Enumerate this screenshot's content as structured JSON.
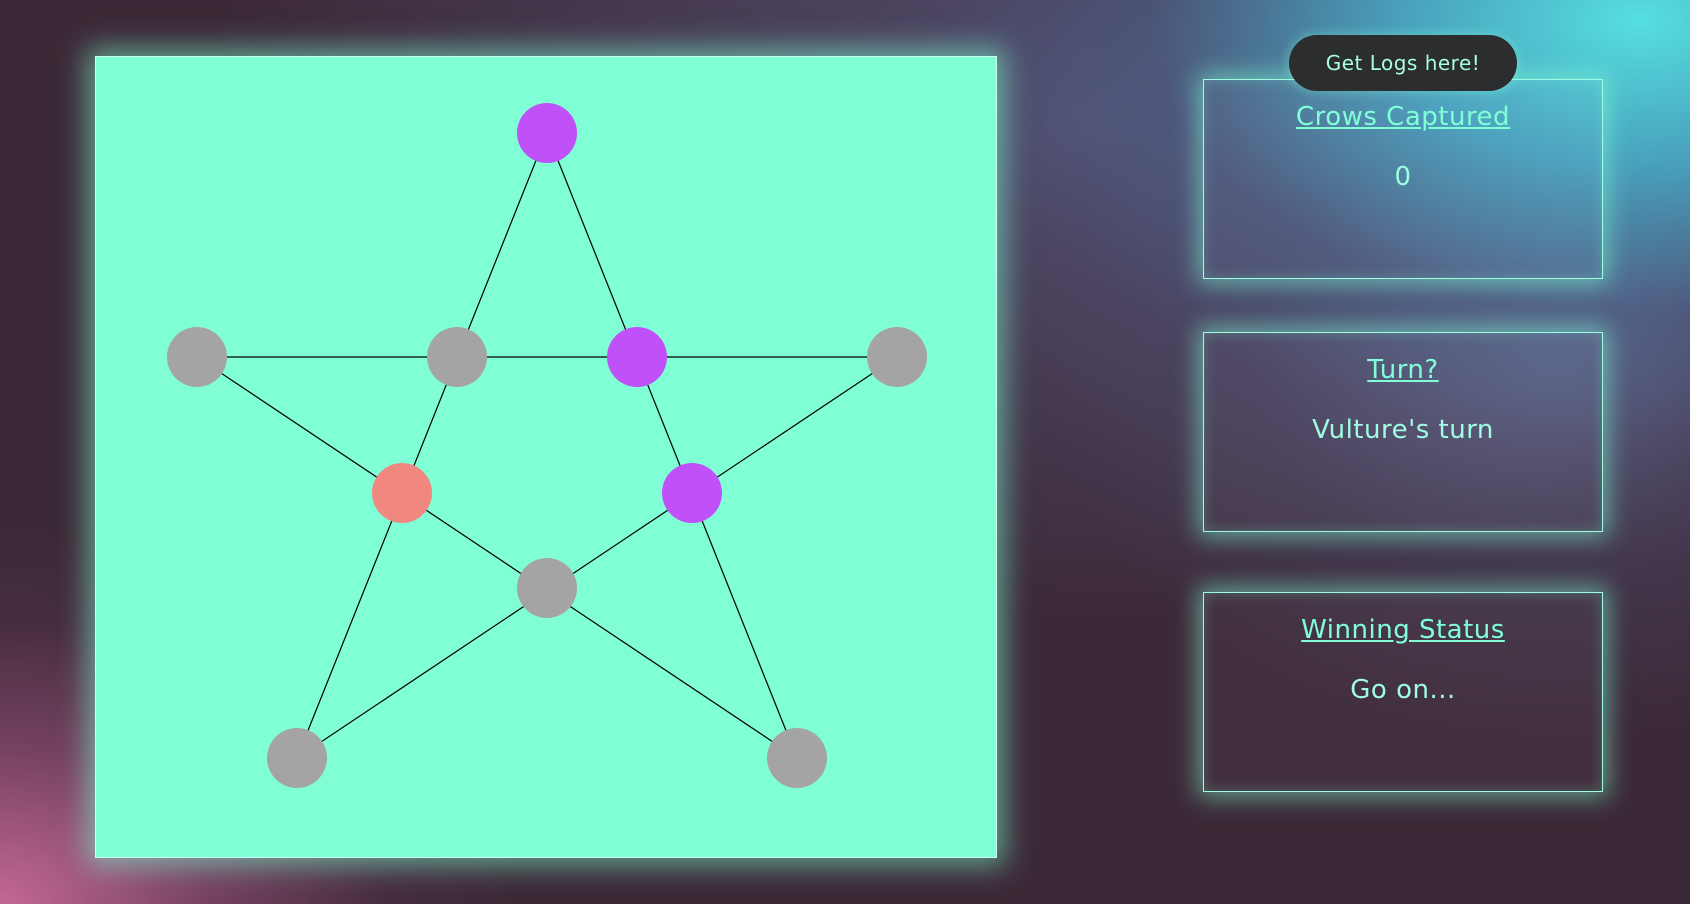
{
  "logs_button": {
    "label": "Get Logs here!"
  },
  "panels": {
    "crows_captured": {
      "title": "Crows Captured",
      "value": "0"
    },
    "turn": {
      "title": "Turn?",
      "value": "Vulture's turn"
    },
    "winning_status": {
      "title": "Winning Status",
      "value": "Go on..."
    }
  },
  "board": {
    "nodes": [
      {
        "id": "top-point",
        "occupant": "crow"
      },
      {
        "id": "left-point",
        "occupant": "empty"
      },
      {
        "id": "inner-top-left",
        "occupant": "empty"
      },
      {
        "id": "inner-top-right",
        "occupant": "crow"
      },
      {
        "id": "right-point",
        "occupant": "empty"
      },
      {
        "id": "inner-left",
        "occupant": "vulture"
      },
      {
        "id": "inner-right",
        "occupant": "crow"
      },
      {
        "id": "inner-bottom",
        "occupant": "empty"
      },
      {
        "id": "bottom-left-point",
        "occupant": "empty"
      },
      {
        "id": "bottom-right-point",
        "occupant": "empty"
      }
    ],
    "colors": {
      "board": "#80ffd6",
      "crow": "#c050f8",
      "vulture": "#f08880",
      "empty": "#a4a4a4",
      "line": "#000000"
    }
  }
}
